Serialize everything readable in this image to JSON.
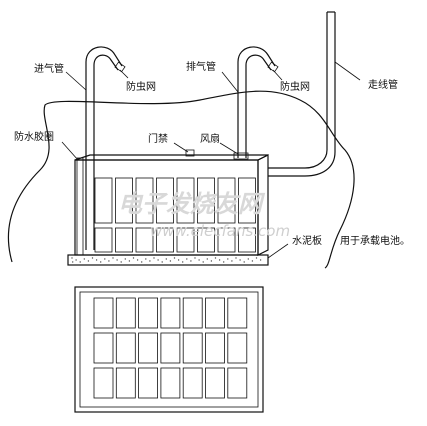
{
  "labels": {
    "inlet_pipe": "进气管",
    "insect_screen_left": "防虫网",
    "exhaust_pipe": "排气管",
    "insect_screen_right": "防虫网",
    "cable_pipe": "走线管",
    "waterproof_gasket": "防水胶圈",
    "door_switch": "门禁",
    "fan": "风扇",
    "cement_slab": "水泥板",
    "cement_slab_note": "用于承载电池。"
  },
  "watermark": {
    "cn": "电子发烧友网",
    "en": "www.elecfans.com"
  },
  "battery_grid": {
    "rows": 3,
    "cols": 7
  }
}
